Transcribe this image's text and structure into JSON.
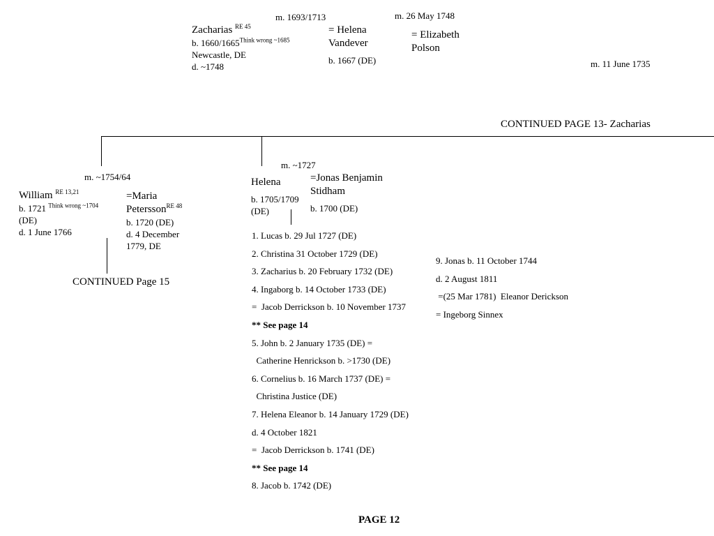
{
  "top": {
    "marriage_1": "m. 1693/1713",
    "marriage_2": "m. 26 May 1748",
    "marriage_3": "m. 11 June 1735",
    "zacharias": {
      "name": "Zacharias ",
      "name_sup": "RE 45",
      "birth": "b. 1660/1665",
      "birth_sup": "Think wrong ~1685",
      "place": "Newcastle, DE",
      "death": "d. ~1748"
    },
    "helena_vandever": {
      "line1": "= Helena",
      "line2": "Vandever",
      "birth": "b. 1667 (DE)"
    },
    "elizabeth_polson": {
      "line1": "= Elizabeth",
      "line2": "Polson"
    },
    "continued": "CONTINUED PAGE 13- Zacharias"
  },
  "left": {
    "marriage": "m. ~1754/64",
    "william": {
      "name": "William ",
      "name_sup": "RE 13,21",
      "birth": "b. 1721 ",
      "birth_sup": "Think wrong ~1704",
      "place": "(DE)",
      "death": "d. 1 June 1766"
    },
    "maria": {
      "line1": "=Maria",
      "line2": "Petersson",
      "line2_sup": "RE 48",
      "birth": "b. 1720 (DE)",
      "death1": "d. 4 December",
      "death2": "1779, DE"
    },
    "continued": "CONTINUED Page 15"
  },
  "middle": {
    "marriage": "m. ~1727",
    "helena": {
      "name": "Helena",
      "birth1": "b. 1705/1709",
      "birth2": "(DE)"
    },
    "jonas": {
      "line1": "=Jonas Benjamin",
      "line2": "Stidham",
      "birth": "b. 1700 (DE)"
    },
    "children": [
      "1. Lucas b. 29 Jul 1727 (DE)",
      "2. Christina 31 October 1729 (DE)",
      "3. Zacharius b. 20 February 1732 (DE)",
      "4. Ingaborg b. 14 October 1733 (DE)",
      "=  Jacob Derrickson b. 10 November 1737",
      "** See page 14",
      "5. John b. 2 January 1735 (DE) =",
      "  Catherine Henrickson b. >1730 (DE)",
      "6. Cornelius b. 16 March 1737 (DE) =",
      "  Christina Justice (DE)",
      "7. Helena Eleanor b. 14 January 1729 (DE)",
      "d. 4 October 1821",
      "=  Jacob Derrickson b. 1741 (DE)",
      "** See page 14",
      "8. Jacob b. 1742 (DE)"
    ]
  },
  "right": {
    "lines": [
      "9. Jonas b. 11 October 1744",
      "d. 2 August 1811",
      " =(25 Mar 1781)  Eleanor Derickson",
      "= Ingeborg Sinnex"
    ]
  },
  "footer": {
    "page": "PAGE 12"
  }
}
